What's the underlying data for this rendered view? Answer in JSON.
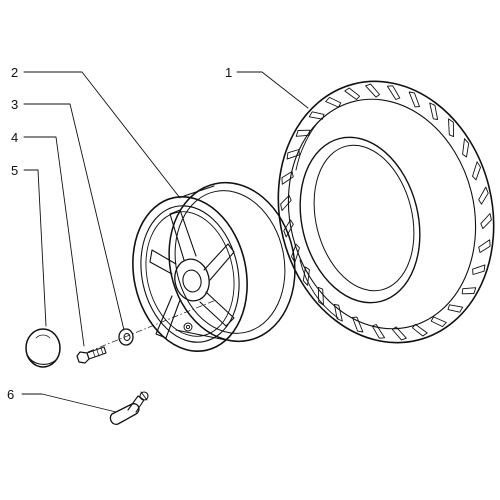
{
  "diagram": {
    "parts": [
      {
        "id": "1",
        "label": "1",
        "part": "tire"
      },
      {
        "id": "2",
        "label": "2",
        "part": "wheel-rim"
      },
      {
        "id": "3",
        "label": "3",
        "part": "washer"
      },
      {
        "id": "4",
        "label": "4",
        "part": "bolt"
      },
      {
        "id": "5",
        "label": "5",
        "part": "hub-cap"
      },
      {
        "id": "6",
        "label": "6",
        "part": "valve"
      }
    ],
    "line_color": "#111111",
    "background": "#ffffff"
  }
}
